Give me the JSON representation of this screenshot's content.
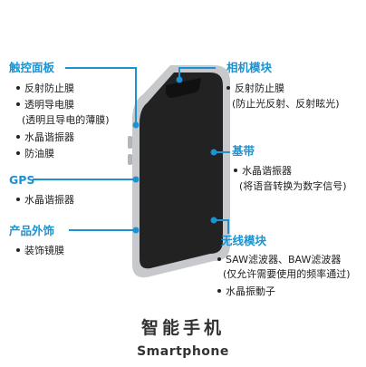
{
  "labels": {
    "touch_panel": {
      "title": "触控面板",
      "items": [
        "反射防止膜",
        "透明导电膜",
        "水晶谐振器",
        "防油膜"
      ],
      "note": "(透明且导电的薄膜)"
    },
    "camera": {
      "title": "相机模块",
      "items": [
        "反射防止膜"
      ],
      "note": "(防止光反射、反射眩光)"
    },
    "baseband": {
      "title": "基带",
      "items": [
        "水晶谐振器"
      ],
      "note": "(将语音转换为数字信号)"
    },
    "gps": {
      "title": "GPS",
      "items": [
        "水晶谐振器"
      ]
    },
    "exterior": {
      "title": "产品外饰",
      "items": [
        "装饰镜膜"
      ]
    },
    "wireless": {
      "title": "无线模块",
      "items": [
        "SAW滤波器、BAW滤波器",
        "水晶振動子"
      ],
      "note": "(仅允许需要使用的频率通过)"
    }
  },
  "footer": {
    "title_cn": "智能手机",
    "title_en": "Smartphone"
  },
  "colors": {
    "accent": "#1b93d1",
    "phone_body": "#c8c9cd",
    "phone_screen": "#222222"
  }
}
